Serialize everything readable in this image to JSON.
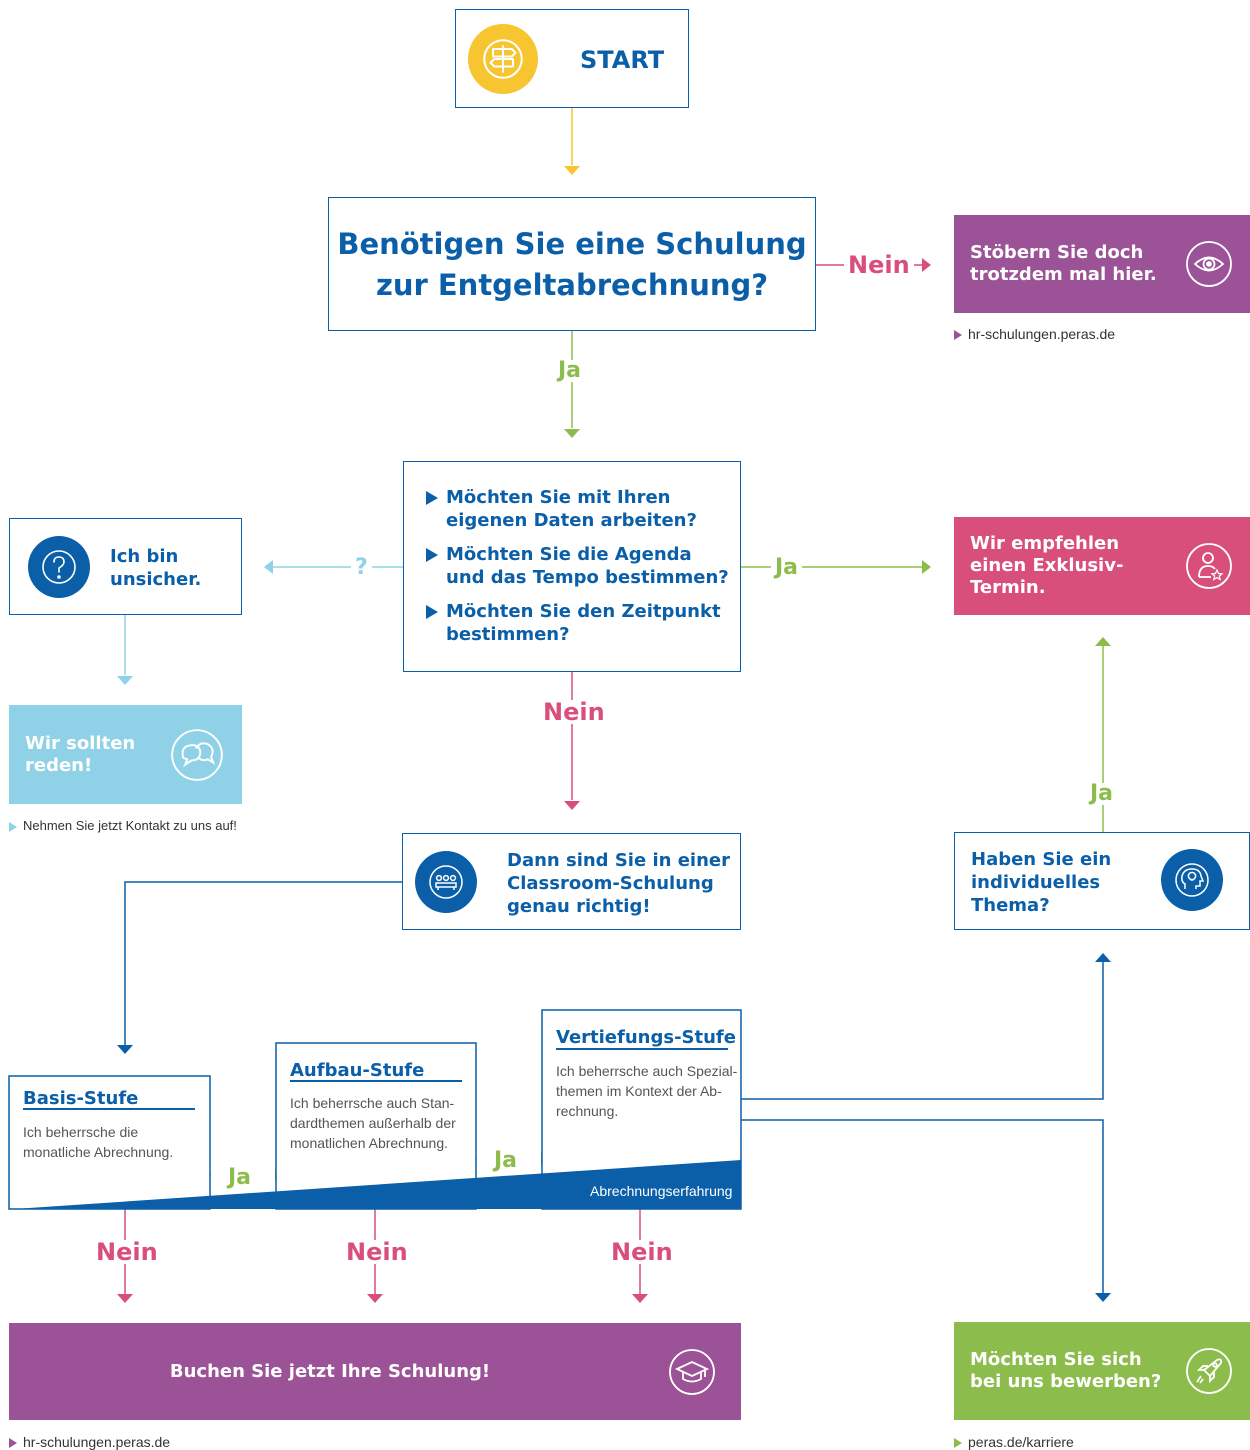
{
  "start": {
    "label": "START",
    "icon": "signpost-icon"
  },
  "q1": {
    "line1": "Benötigen Sie eine Schulung",
    "line2": "zur Entgeltabrechnung?"
  },
  "browse": {
    "line1": "Stöbern Sie doch",
    "line2": "trotzdem mal hier.",
    "icon": "eye-icon",
    "link": "hr-schulungen.peras.de"
  },
  "q2": {
    "items": [
      {
        "line1": "Möchten Sie mit Ihren",
        "line2": "eigenen Daten arbeiten?"
      },
      {
        "line1": "Möchten Sie die Agenda",
        "line2": "und das Tempo bestimmen?"
      },
      {
        "line1": "Möchten Sie den Zeitpunkt",
        "line2": "bestimmen?"
      }
    ]
  },
  "unsure": {
    "line1": "Ich bin",
    "line2": "unsicher.",
    "icon": "question-icon"
  },
  "talk": {
    "line1": "Wir sollten",
    "line2": "reden!",
    "icon": "speech-bubbles-icon",
    "link": "Nehmen Sie jetzt Kontakt zu uns auf!"
  },
  "exclusive": {
    "line1": "Wir empfehlen",
    "line2": "einen Exklusiv-",
    "line3": "Termin.",
    "icon": "person-star-icon"
  },
  "classroom": {
    "line1": "Dann sind Sie in einer",
    "line2": "Classroom-Schulung",
    "line3": "genau richtig!",
    "icon": "classroom-icon"
  },
  "topic": {
    "line1": "Haben Sie ein",
    "line2": "individuelles",
    "line3": "Thema?",
    "icon": "head-lightbulb-icon"
  },
  "stages": {
    "basis": {
      "title": "Basis-Stufe",
      "desc1": "Ich beherrsche die",
      "desc2": "monatliche Abrechnung."
    },
    "aufbau": {
      "title": "Aufbau-Stufe",
      "desc1": "Ich beherrsche auch Stan-",
      "desc2": "dardthemen außerhalb der",
      "desc3": "monatlichen Abrechnung."
    },
    "vertiefung": {
      "title": "Vertiefungs-Stufe",
      "desc1": "Ich beherrsche auch Spezial-",
      "desc2": "themen im Kontext der Ab-",
      "desc3": "rechnung."
    }
  },
  "experience_label": "Abrechnungserfahrung",
  "book": {
    "label": "Buchen Sie jetzt Ihre Schulung!",
    "icon": "graduation-cap-icon",
    "link": "hr-schulungen.peras.de"
  },
  "apply": {
    "line1": "Möchten Sie sich",
    "line2": "bei uns bewerben?",
    "icon": "rocket-icon",
    "link": "peras.de/karriere"
  },
  "labels": {
    "ja": "Ja",
    "nein": "Nein",
    "unsure_mark": "?"
  },
  "colors": {
    "blue": "#0b5fa8",
    "yellow": "#f6c52f",
    "purple": "#9c5296",
    "pink": "#d94f7b",
    "green": "#8cbd4c",
    "lightblue": "#8fd1e6"
  }
}
